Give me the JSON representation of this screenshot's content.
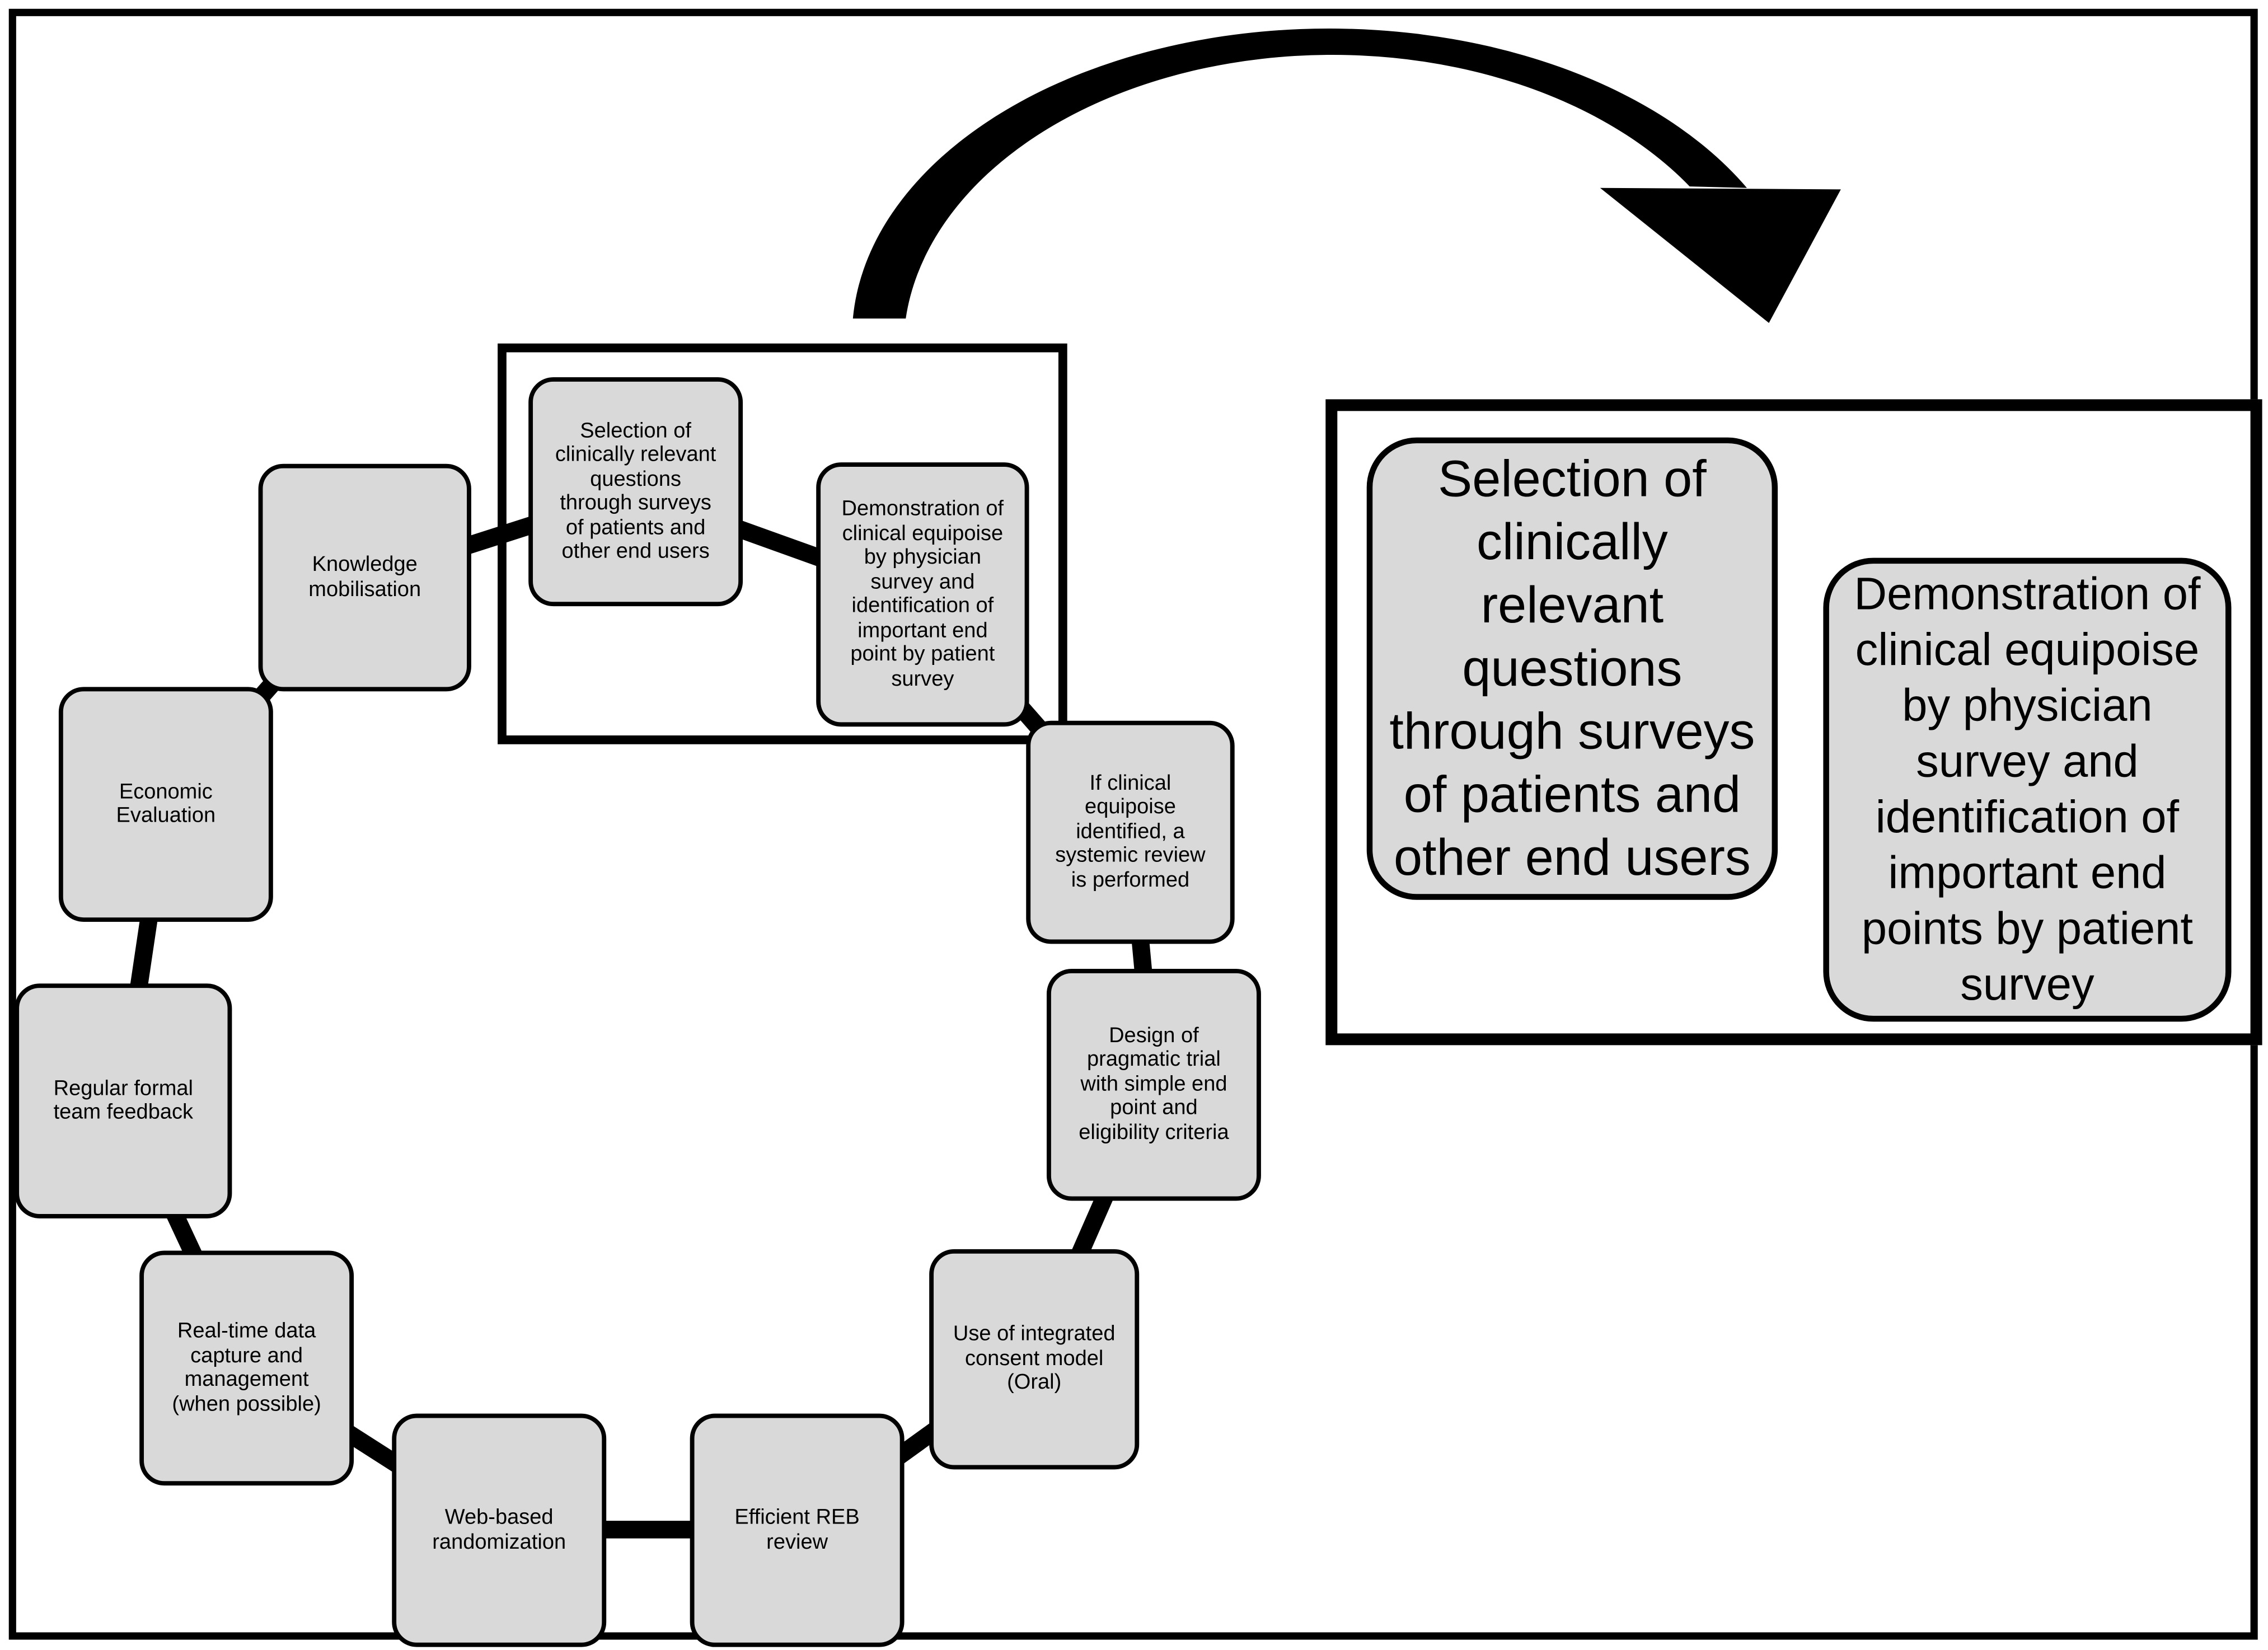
{
  "figure": {
    "type": "process-cycle-diagram",
    "colors": {
      "background": "#ffffff",
      "box_fill": "#d9d9d9",
      "box_border": "#000000",
      "connector": "#000000"
    }
  },
  "cycle": {
    "steps": [
      {
        "id": "selection",
        "lines": [
          "Selection of",
          "clinically relevant",
          "questions",
          "through surveys",
          "of patients and",
          "other end users"
        ]
      },
      {
        "id": "demonstration",
        "lines": [
          "Demonstration of",
          "clinical equipoise",
          "by physician",
          "survey and",
          "identification of",
          "important end",
          "point by patient",
          "survey"
        ]
      },
      {
        "id": "equipoise-review",
        "lines": [
          "If clinical",
          "equipoise",
          "identified, a",
          "systemic review",
          "is performed"
        ]
      },
      {
        "id": "pragmatic-design",
        "lines": [
          "Design of",
          "pragmatic trial",
          "with simple end",
          "point and",
          "eligibility criteria"
        ]
      },
      {
        "id": "integrated-consent",
        "lines": [
          "Use of integrated",
          "consent model",
          "(Oral)"
        ]
      },
      {
        "id": "efficient-reb",
        "lines": [
          "Efficient REB",
          "review"
        ]
      },
      {
        "id": "web-randomization",
        "lines": [
          "Web-based",
          "randomization"
        ]
      },
      {
        "id": "realtime-data",
        "lines": [
          "Real-time data",
          "capture and",
          "management",
          "(when possible)"
        ]
      },
      {
        "id": "team-feedback",
        "lines": [
          "Regular formal",
          "team feedback"
        ]
      },
      {
        "id": "economic-evaluation",
        "lines": [
          "Economic",
          "Evaluation"
        ]
      },
      {
        "id": "knowledge-mobilisation",
        "lines": [
          "Knowledge",
          "mobilisation"
        ]
      }
    ]
  },
  "zoom_panel": {
    "boxes": [
      {
        "id": "selection-enlarged",
        "lines": [
          "Selection of",
          "clinically",
          "relevant",
          "questions",
          "through surveys",
          "of patients and",
          "other end users"
        ]
      },
      {
        "id": "demonstration-enlarged",
        "lines": [
          "Demonstration of",
          "clinical equipoise",
          "by physician",
          "survey and",
          "identification of",
          "important end",
          "points by patient",
          "survey"
        ]
      }
    ]
  }
}
